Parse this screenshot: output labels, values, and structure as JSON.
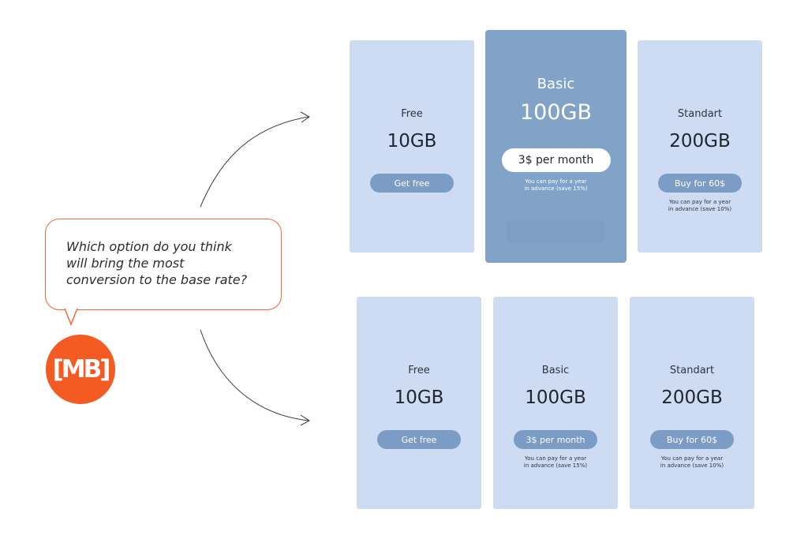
{
  "question": "Which option do you think\nwill bring the most\nconversion to the base rate?",
  "logo": {
    "text": "[MB]",
    "color": "#f45b22"
  },
  "colors": {
    "card": "#cddcf2",
    "featured_card": "#81a3c8",
    "button": "#7b9cc4",
    "bubble_border": "#ea6a3c"
  },
  "top": {
    "free": {
      "name": "Free",
      "size": "10GB",
      "button": "Get free"
    },
    "basic": {
      "name": "Basic",
      "size": "100GB",
      "button": "3$ per month",
      "note": "You can pay for a year\nin advance (save 15%)"
    },
    "standart": {
      "name": "Standart",
      "size": "200GB",
      "button": "Buy for 60$",
      "note": "You can pay for a year\nin advance (save 10%)"
    }
  },
  "bottom": {
    "free": {
      "name": "Free",
      "size": "10GB",
      "button": "Get free"
    },
    "basic": {
      "name": "Basic",
      "size": "100GB",
      "button": "3$ per month",
      "note": "You can pay for a year\nin advance (save 15%)"
    },
    "standart": {
      "name": "Standart",
      "size": "200GB",
      "button": "Buy for 60$",
      "note": "You can pay for a year\nin advance (save 10%)"
    }
  }
}
